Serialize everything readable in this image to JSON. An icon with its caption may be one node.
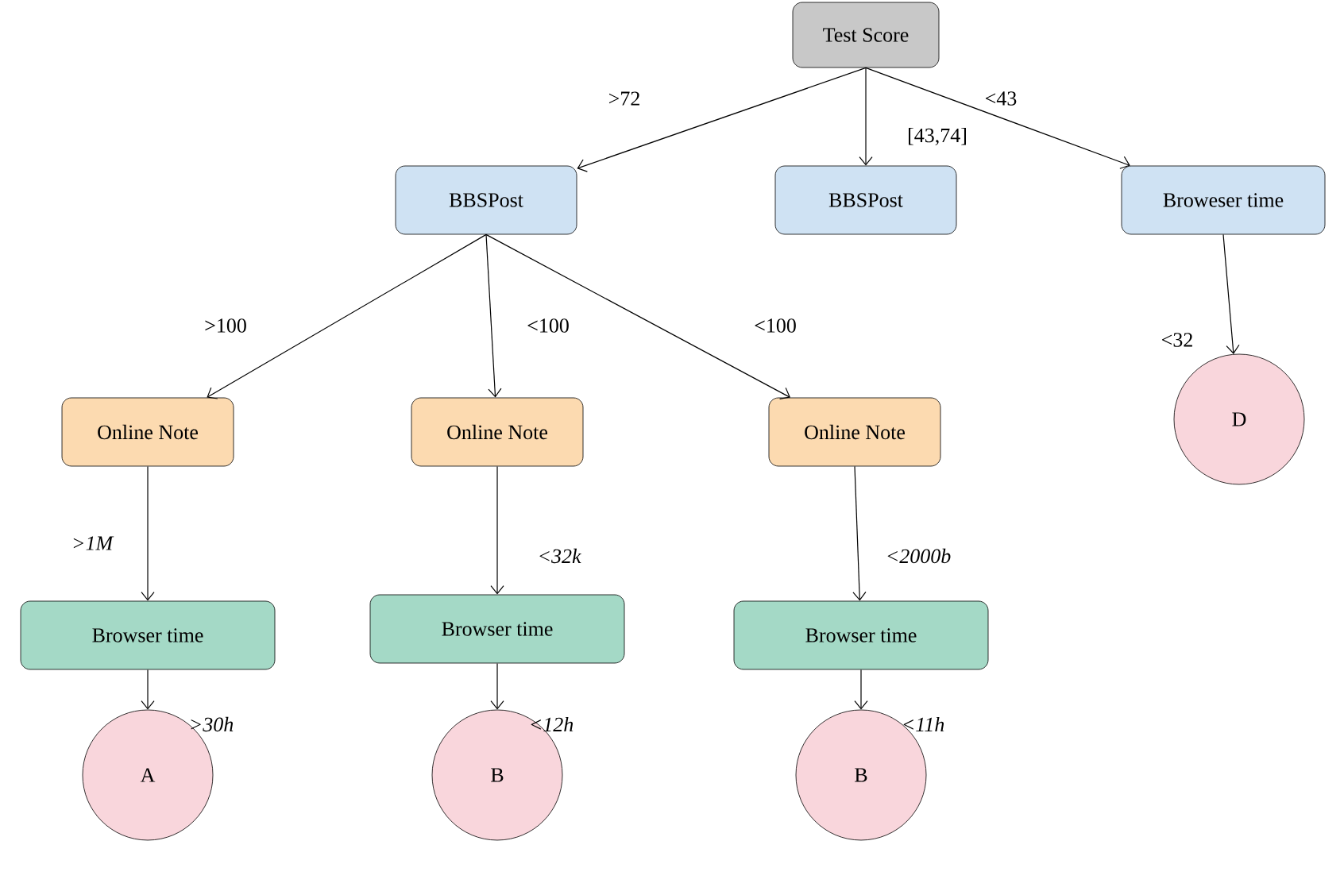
{
  "diagram": {
    "nodes": [
      {
        "text": [
          "Test Score"
        ]
      },
      {
        "text": [
          "BBSPost"
        ]
      },
      {
        "text": [
          "BBSPost"
        ]
      },
      {
        "text": [
          "Broweser time"
        ]
      },
      {
        "text": [
          "Online Note"
        ]
      },
      {
        "text": [
          "Online Note"
        ]
      },
      {
        "text": [
          "Online Note"
        ]
      },
      {
        "text": [
          "D"
        ]
      },
      {
        "text": [
          "Browser time"
        ]
      },
      {
        "text": [
          "Browser time"
        ]
      },
      {
        "text": [
          "Browser time"
        ]
      },
      {
        "text": [
          "A"
        ]
      },
      {
        "text": [
          "B"
        ]
      },
      {
        "text": [
          "B"
        ]
      }
    ],
    "edges": [
      {
        "from": 0,
        "to": 1,
        "arrow": "to",
        "label": ">72"
      },
      {
        "from": 0,
        "to": 2,
        "arrow": "to",
        "label": "[43,74]"
      },
      {
        "from": 0,
        "to": 3,
        "arrow": "to",
        "label": "<43"
      },
      {
        "from": 1,
        "to": 4,
        "arrow": "to",
        "label": ">100"
      },
      {
        "from": 1,
        "to": 5,
        "arrow": "to",
        "label": "<100"
      },
      {
        "from": 1,
        "to": 6,
        "arrow": "to",
        "label": "<100"
      },
      {
        "from": 3,
        "to": 7,
        "arrow": "to",
        "label": "<32"
      },
      {
        "from": 4,
        "to": 8,
        "arrow": "to",
        "label": ">1M"
      },
      {
        "from": 5,
        "to": 9,
        "arrow": "to",
        "label": "<32k"
      },
      {
        "from": 6,
        "to": 10,
        "arrow": "to",
        "label": "<2000b"
      },
      {
        "from": 8,
        "to": 11,
        "arrow": "to",
        "label": ">30h"
      },
      {
        "from": 9,
        "to": 12,
        "arrow": "to",
        "label": "<12h"
      },
      {
        "from": 10,
        "to": 13,
        "arrow": "to",
        "label": "<11h"
      }
    ]
  }
}
